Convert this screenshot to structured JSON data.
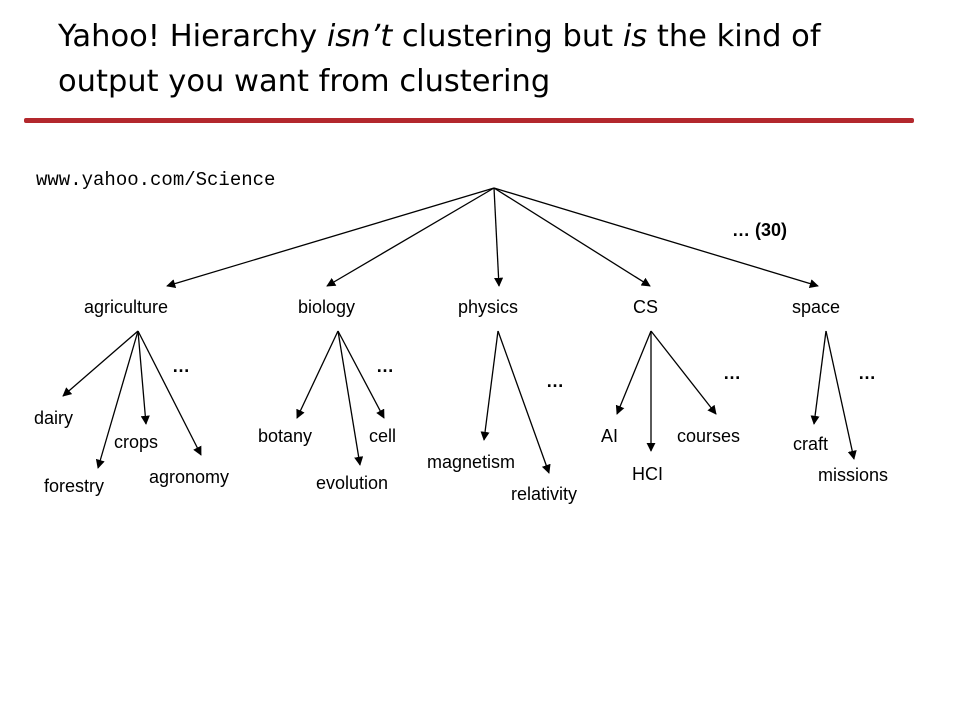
{
  "slide": {
    "title_parts": [
      "Yahoo! Hierarchy ",
      "isn’t",
      " clustering but ",
      "is",
      " the kind of output you want from clustering"
    ],
    "rule_color": "#b3282d",
    "url": "www.yahoo.com/Science",
    "more_top": "… (30)"
  },
  "tree": {
    "categories": [
      {
        "label": "agriculture",
        "more": "…",
        "children": [
          "dairy",
          "forestry",
          "crops",
          "agronomy"
        ]
      },
      {
        "label": "biology",
        "more": "…",
        "children": [
          "botany",
          "evolution",
          "cell"
        ]
      },
      {
        "label": "physics",
        "more": "…",
        "children": [
          "magnetism",
          "relativity"
        ]
      },
      {
        "label": "CS",
        "more": "…",
        "children": [
          "AI",
          "HCI",
          "courses"
        ]
      },
      {
        "label": "space",
        "more": "…",
        "children": [
          "craft",
          "missions"
        ]
      }
    ]
  }
}
